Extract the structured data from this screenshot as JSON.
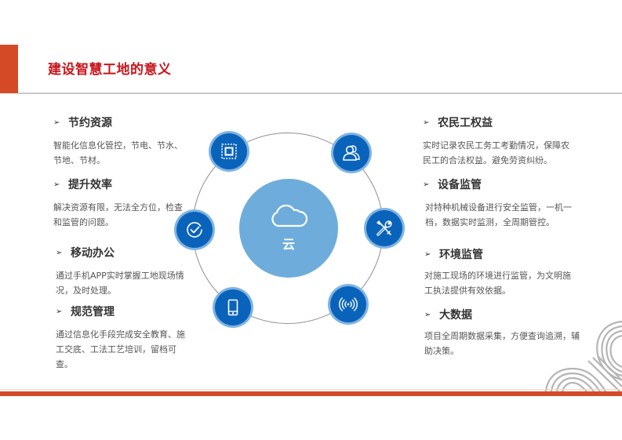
{
  "header": {
    "title": "建设智慧工地的意义"
  },
  "colors": {
    "accent_red": "#d44a27",
    "title_red": "#c8161d",
    "node_blue": "#0a63bb",
    "node_ring": "#7fb4e2",
    "center_blue": "#6eaddb"
  },
  "left_items": [
    {
      "title": "节约资源",
      "desc": "智能化信息化管控，节电、节水、节地、节材。"
    },
    {
      "title": "提升效率",
      "desc": "解决资源有限，无法全方位，检查和监管的问题。"
    },
    {
      "title": "移动办公",
      "desc": "通过手机APP实时掌握工地现场情况，及时处理。"
    },
    {
      "title": "规范管理",
      "desc": "通过信息化手段完成安全教育、施工交底、工法工艺培训，留档可查。"
    }
  ],
  "right_items": [
    {
      "title": "农民工权益",
      "desc": "实时记录农民工务工考勤情况，保障农民工的合法权益。避免劳资纠纷。"
    },
    {
      "title": "设备监管",
      "desc": "对特种机械设备进行安全监管，一机一档，数据实时监测，全周期管控。"
    },
    {
      "title": "环境监管",
      "desc": "对施工现场的环境进行监管，为文明施工执法提供有效依据。"
    },
    {
      "title": "大数据",
      "desc": "项目全周期数据采集，方便查询追溯，辅助决策。"
    }
  ],
  "diagram": {
    "center_label": "云",
    "center_icon": "cloud-icon",
    "nodes": [
      {
        "icon": "chip-icon"
      },
      {
        "icon": "users-icon"
      },
      {
        "icon": "check-circle-icon"
      },
      {
        "icon": "tools-icon"
      },
      {
        "icon": "phone-icon"
      },
      {
        "icon": "signal-icon"
      }
    ]
  },
  "bullet_glyph": "➢"
}
